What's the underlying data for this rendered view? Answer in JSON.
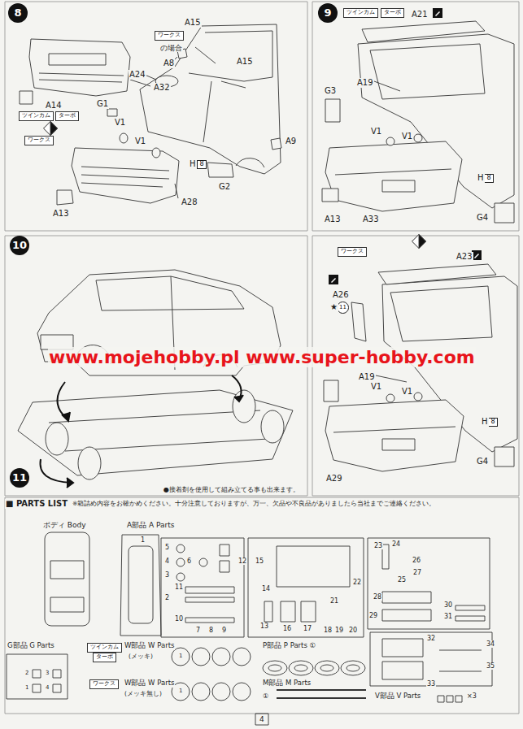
{
  "diagram": {
    "nodes": [
      {
        "text": [
          "8"
        ]
      },
      {
        "text": [
          "ワークス"
        ]
      },
      {
        "text": [
          "ツインカム"
        ]
      },
      {
        "text": [
          "ターボ"
        ]
      },
      {
        "text": [
          "ワークス"
        ]
      },
      {
        "text": [
          "8"
        ]
      },
      {
        "text": [
          "9"
        ]
      },
      {
        "text": [
          "ツインカム"
        ]
      },
      {
        "text": [
          "ターボ"
        ]
      },
      {
        "text": [
          "8"
        ]
      },
      {
        "text": [
          "10"
        ]
      },
      {
        "text": [
          "ワークス"
        ]
      },
      {
        "text": [
          "11"
        ]
      },
      {
        "text": [
          "8"
        ]
      },
      {
        "text": [
          "11"
        ]
      },
      {
        "text": [
          "ツインカム"
        ]
      },
      {
        "text": [
          "ターボ"
        ]
      },
      {
        "text": [
          "ワークス"
        ]
      }
    ],
    "labels": [
      "A15",
      "の場合",
      "A8",
      "A24",
      "A15",
      "A32",
      "A14",
      "G1",
      "V1",
      "V1",
      "H",
      "A9",
      "G2",
      "A13",
      "A28",
      "A21",
      "G3",
      "A19",
      "V1",
      "V1",
      "H",
      "G4",
      "A13",
      "A33",
      "A23",
      "A26",
      "★",
      "A19",
      "V1",
      "V1",
      "H",
      "G4",
      "A29",
      "●接着剤を使用して組み立てる事も出来ます。",
      "www.mojehobby.pl www.super-hobby.com",
      "■ PARTS LIST",
      "※箱詰め内容をお確かめください。十分注意しておりますが、万一、欠品や不良品がありましたら当社までご連絡ください。",
      "ボディ Body",
      "A部品 A Parts",
      "1",
      "2",
      "3",
      "4",
      "5",
      "6",
      "7",
      "8",
      "9",
      "10",
      "11",
      "12",
      "13",
      "14",
      "15",
      "16",
      "17",
      "18",
      "19",
      "20",
      "21",
      "22",
      "23",
      "24",
      "25",
      "26",
      "27",
      "28",
      "29",
      "30",
      "31",
      "32",
      "33",
      "34",
      "35",
      "G部品 G Parts",
      "2",
      "3",
      "1",
      "4",
      "W部品 W Parts",
      "(メッキ)",
      "1",
      "W部品 W Parts",
      "(メッキ無し)",
      "1",
      "P部品 P Parts ①",
      "M部品 M Parts",
      "①",
      "V部品 V Parts",
      "×3",
      "4"
    ]
  }
}
